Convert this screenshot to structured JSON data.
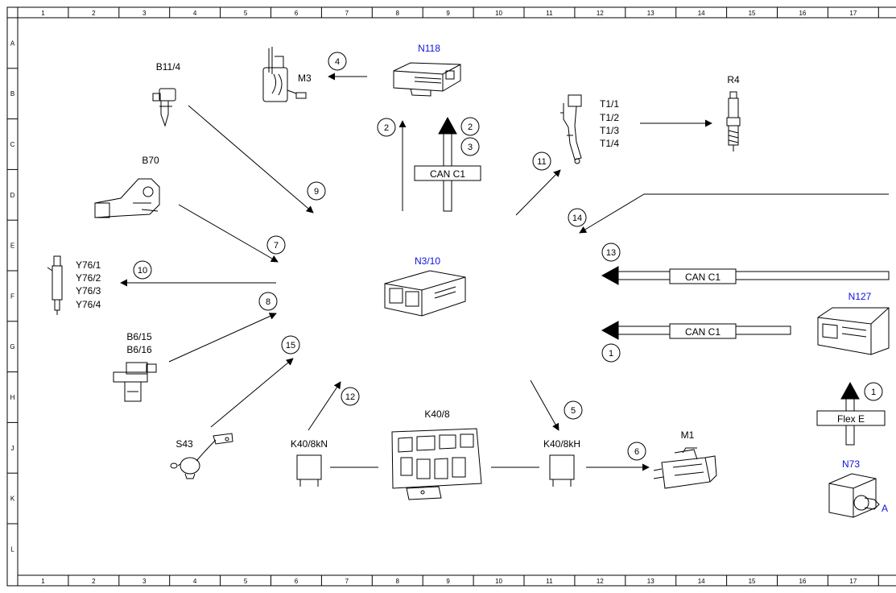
{
  "grid": {
    "columns": [
      "1",
      "2",
      "3",
      "4",
      "5",
      "6",
      "7",
      "8",
      "9",
      "10",
      "11",
      "12",
      "13",
      "14",
      "15",
      "16",
      "17"
    ],
    "rows": [
      "A",
      "B",
      "C",
      "D",
      "E",
      "F",
      "G",
      "H",
      "J",
      "K",
      "L"
    ]
  },
  "colors": {
    "module_label": "#1010dd",
    "line": "#000000"
  },
  "components": {
    "n118": "N118",
    "m3": "M3",
    "b11_4": "B11/4",
    "b70": "B70",
    "y76": [
      "Y76/1",
      "Y76/2",
      "Y76/3",
      "Y76/4"
    ],
    "b6": [
      "B6/15",
      "B6/16"
    ],
    "s43": "S43",
    "k40_8kn": "K40/8kN",
    "k40_8": "K40/8",
    "k40_8kh": "K40/8kH",
    "m1": "M1",
    "n3_10": "N3/10",
    "t1": [
      "T1/1",
      "T1/2",
      "T1/3",
      "T1/4"
    ],
    "r4": "R4",
    "n127": "N127",
    "n73": "N73",
    "n73_suffix": "A"
  },
  "bus_labels": {
    "can_top": "CAN C1",
    "can_right_1": "CAN C1",
    "can_right_2": "CAN C1",
    "flex_e": "Flex E"
  },
  "callouts": {
    "c4": "4",
    "c2a": "2",
    "c2b": "2",
    "c3": "3",
    "c9": "9",
    "c7": "7",
    "c10": "10",
    "c8": "8",
    "c15": "15",
    "c12": "12",
    "c5": "5",
    "c6": "6",
    "c11": "11",
    "c14": "14",
    "c13": "13",
    "c1a": "1",
    "c1b": "1"
  }
}
